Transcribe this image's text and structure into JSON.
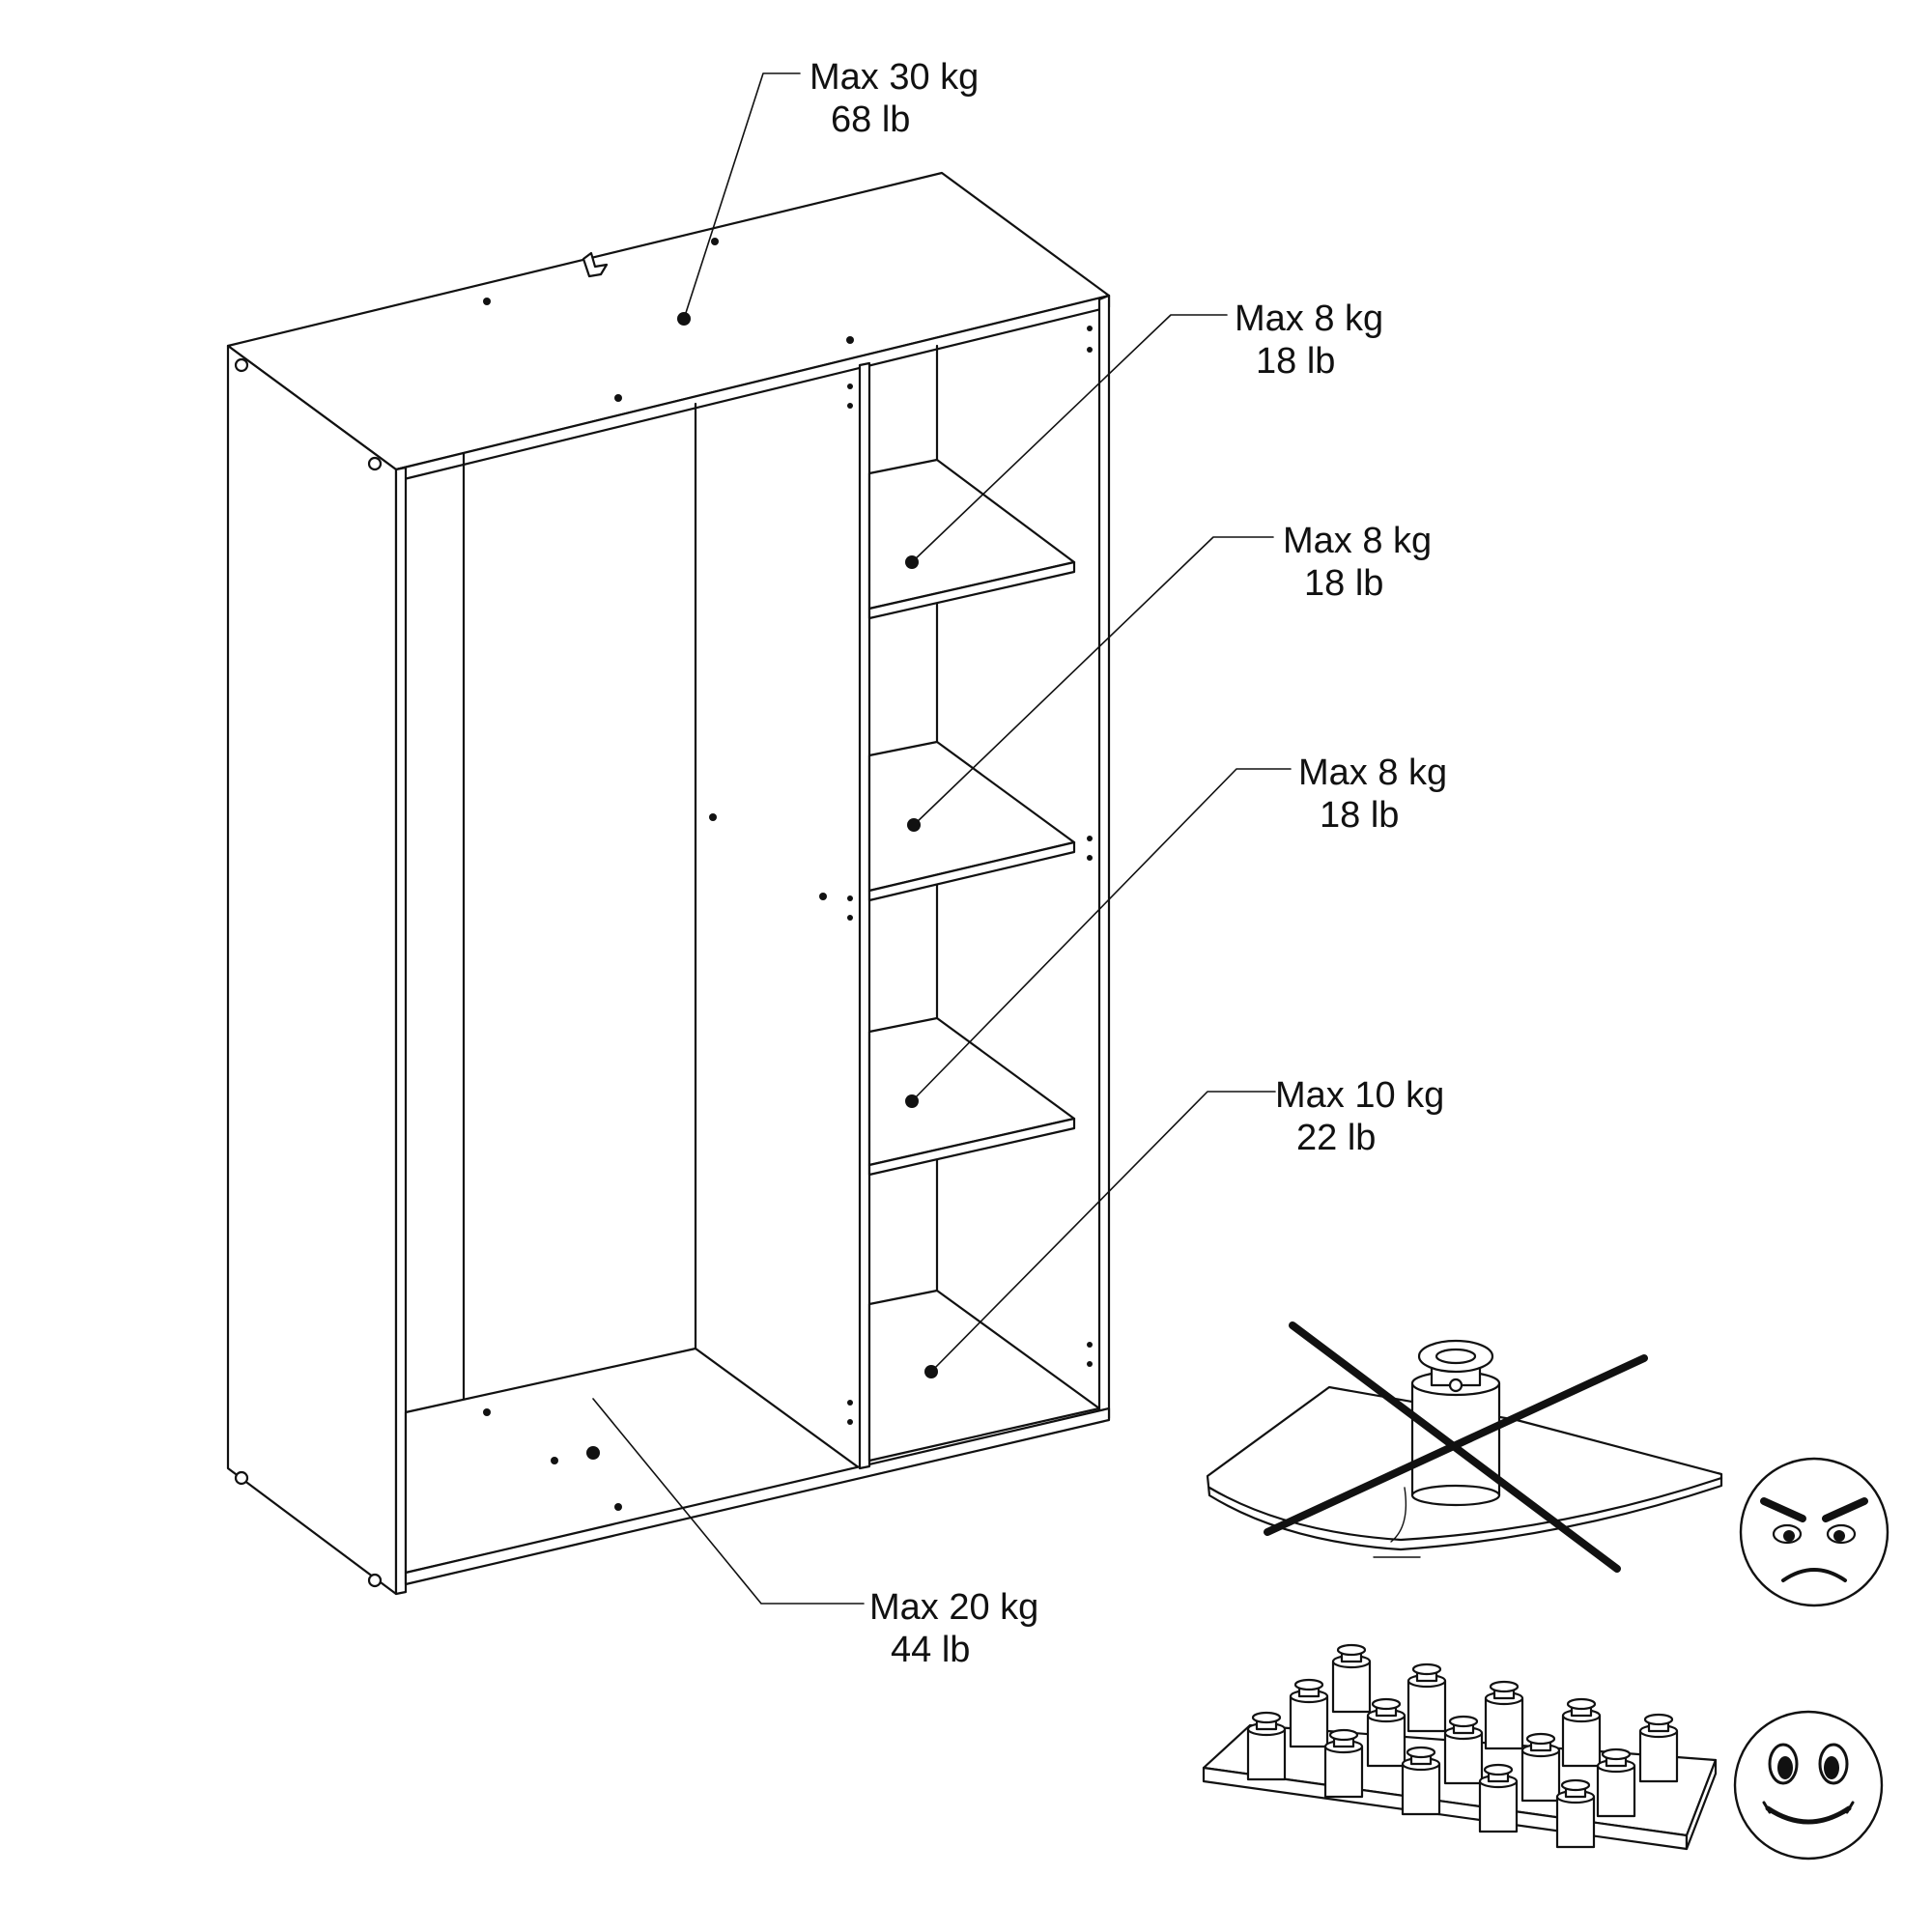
{
  "colors": {
    "ink": "#111111",
    "paper": "#ffffff",
    "face": "#f2f2f2"
  },
  "labels": {
    "top": {
      "line1": "Max 30 kg",
      "line2": "68 lb"
    },
    "shelf1": {
      "line1": "Max 8 kg",
      "line2": "18 lb"
    },
    "shelf2": {
      "line1": "Max 8 kg",
      "line2": "18 lb"
    },
    "shelf3": {
      "line1": "Max 8 kg",
      "line2": "18 lb"
    },
    "bottom_right": {
      "line1": "Max 10 kg",
      "line2": "22 lb"
    },
    "bottom_left": {
      "line1": "Max 20 kg",
      "line2": "44 lb"
    }
  },
  "icons": {
    "wrong": "angry-face-icon",
    "right": "happy-face-icon",
    "concentrated_load": "single-heavy-weight-icon",
    "distributed_load": "distributed-weights-icon"
  }
}
